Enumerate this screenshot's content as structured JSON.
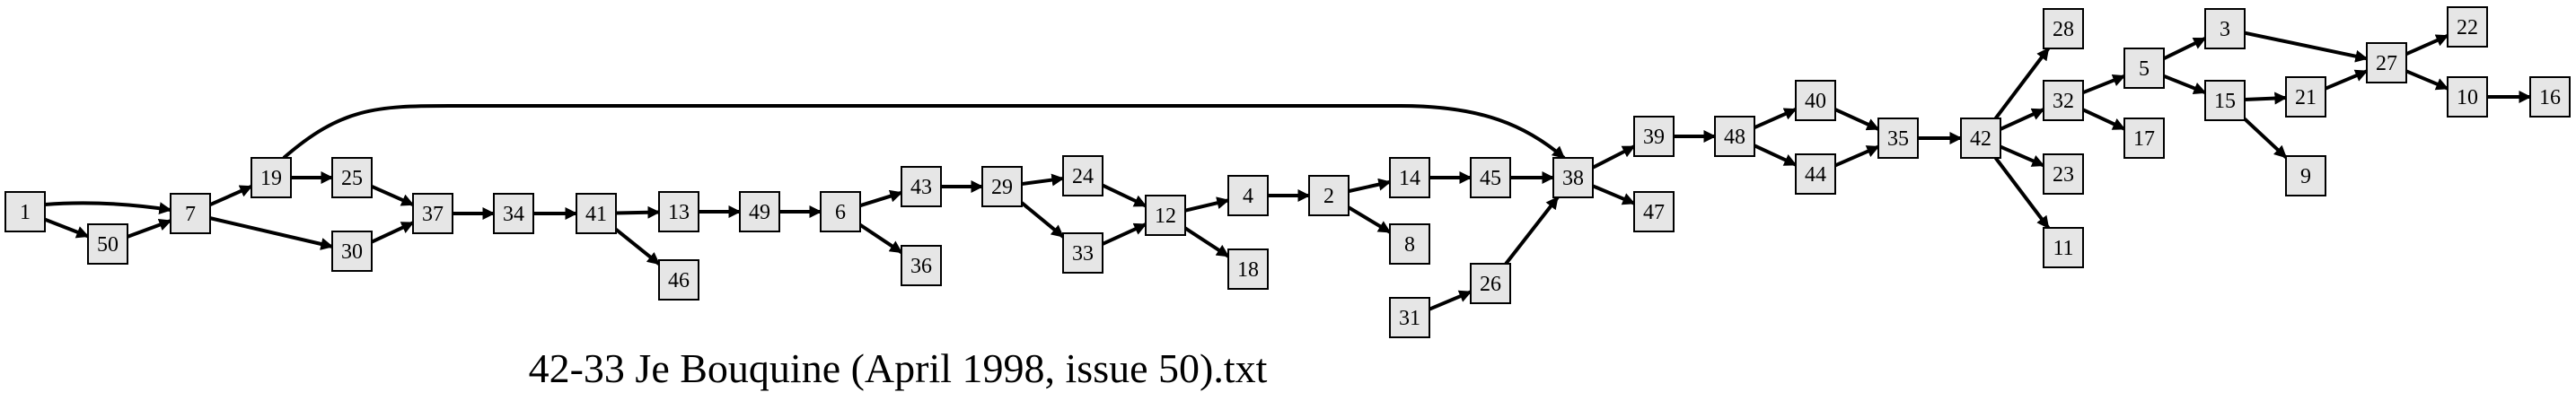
{
  "title": "42-33 Je Bouquine (April 1998, issue 50).txt",
  "colors": {
    "node_fill": "#e6e6e6",
    "stroke": "#000000",
    "background": "#ffffff"
  },
  "nodes": [
    "1",
    "50",
    "7",
    "19",
    "30",
    "25",
    "37",
    "34",
    "41",
    "46",
    "13",
    "49",
    "6",
    "43",
    "36",
    "29",
    "24",
    "33",
    "12",
    "18",
    "4",
    "2",
    "14",
    "8",
    "45",
    "31",
    "26",
    "38",
    "39",
    "47",
    "48",
    "40",
    "44",
    "35",
    "42",
    "28",
    "32",
    "23",
    "11",
    "5",
    "17",
    "3",
    "15",
    "21",
    "9",
    "27",
    "22",
    "10",
    "16"
  ],
  "edges": [
    [
      "1",
      "7"
    ],
    [
      "1",
      "50"
    ],
    [
      "50",
      "7"
    ],
    [
      "7",
      "19"
    ],
    [
      "7",
      "30"
    ],
    [
      "19",
      "25"
    ],
    [
      "19",
      "38"
    ],
    [
      "25",
      "37"
    ],
    [
      "30",
      "37"
    ],
    [
      "37",
      "34"
    ],
    [
      "34",
      "41"
    ],
    [
      "41",
      "13"
    ],
    [
      "41",
      "46"
    ],
    [
      "13",
      "49"
    ],
    [
      "49",
      "6"
    ],
    [
      "6",
      "43"
    ],
    [
      "6",
      "36"
    ],
    [
      "43",
      "29"
    ],
    [
      "29",
      "24"
    ],
    [
      "29",
      "33"
    ],
    [
      "24",
      "12"
    ],
    [
      "33",
      "12"
    ],
    [
      "12",
      "4"
    ],
    [
      "12",
      "18"
    ],
    [
      "4",
      "2"
    ],
    [
      "2",
      "14"
    ],
    [
      "2",
      "8"
    ],
    [
      "14",
      "45"
    ],
    [
      "45",
      "38"
    ],
    [
      "31",
      "26"
    ],
    [
      "26",
      "38"
    ],
    [
      "38",
      "39"
    ],
    [
      "38",
      "47"
    ],
    [
      "39",
      "48"
    ],
    [
      "48",
      "40"
    ],
    [
      "48",
      "44"
    ],
    [
      "40",
      "35"
    ],
    [
      "44",
      "35"
    ],
    [
      "35",
      "42"
    ],
    [
      "42",
      "28"
    ],
    [
      "42",
      "32"
    ],
    [
      "42",
      "23"
    ],
    [
      "42",
      "11"
    ],
    [
      "32",
      "5"
    ],
    [
      "32",
      "17"
    ],
    [
      "5",
      "3"
    ],
    [
      "5",
      "15"
    ],
    [
      "3",
      "27"
    ],
    [
      "15",
      "21"
    ],
    [
      "15",
      "9"
    ],
    [
      "21",
      "27"
    ],
    [
      "27",
      "22"
    ],
    [
      "27",
      "10"
    ],
    [
      "10",
      "16"
    ]
  ]
}
